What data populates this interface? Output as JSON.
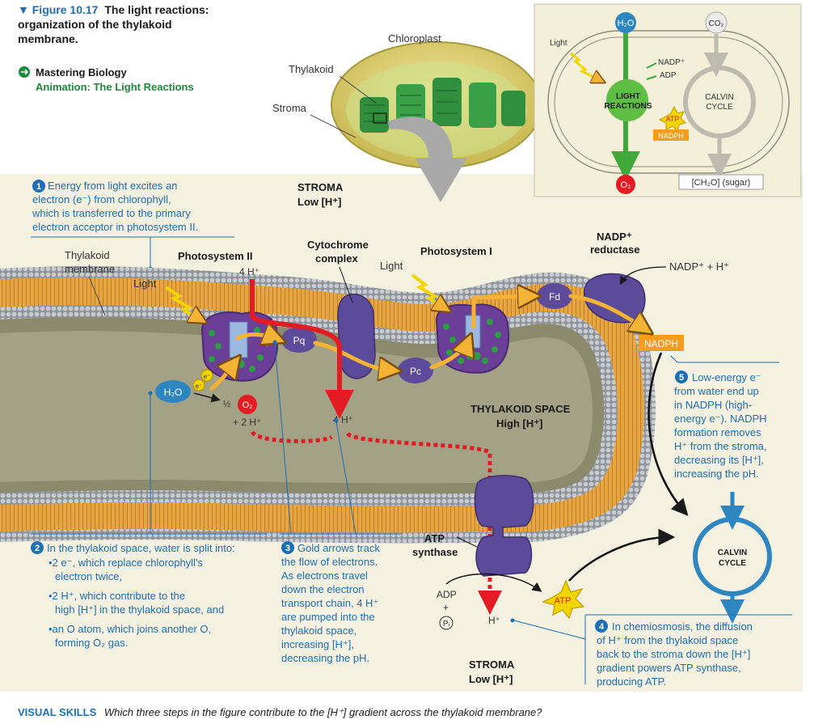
{
  "figure": {
    "label": "▼ Figure 10.17",
    "title_line1": "The light reactions:",
    "title_line2": "organization of the thylakoid",
    "title_line3": "membrane.",
    "mastering_label": "Mastering Biology",
    "animation_label": "Animation: The Light Reactions"
  },
  "chloroplast": {
    "title": "Chloroplast",
    "thylakoid": "Thylakoid",
    "stroma": "Stroma"
  },
  "overview": {
    "light": "Light",
    "h2o": "H₂O",
    "co2": "CO₂",
    "nadp": "NADP⁺",
    "adp": "ADP",
    "light_reactions_1": "LIGHT",
    "light_reactions_2": "REACTIONS",
    "atp": "ATP",
    "nadph": "NADPH",
    "calvin_1": "CALVIN",
    "calvin_2": "CYCLE",
    "o2": "O₂",
    "sugar": "[CH₂O] (sugar)"
  },
  "stroma_top": {
    "line1": "STROMA",
    "line2": "Low [H⁺]"
  },
  "step1": {
    "num": "1",
    "line1": "Energy from light excites an",
    "line2": "electron (e⁻) from chlorophyll,",
    "line3": "which is transferred to the primary",
    "line4": "electron acceptor in photosystem II."
  },
  "labels": {
    "thylakoid_membrane_1": "Thylakoid",
    "thylakoid_membrane_2": "membrane",
    "light_ps2": "Light",
    "ps2": "Photosystem II",
    "four_h_top": "4 H⁺",
    "cytochrome_1": "Cytochrome",
    "cytochrome_2": "complex",
    "ps1": "Photosystem I",
    "light_ps1": "Light",
    "nadp_reductase_1": "NADP⁺",
    "nadp_reductase_2": "reductase",
    "nadp_plus_h": "NADP⁺ + H⁺",
    "fd": "Fd",
    "pq": "Pq",
    "pc": "Pc",
    "nadph": "NADPH",
    "e1": "e⁻",
    "e2": "e⁻",
    "h2o": "H₂O",
    "half": "½",
    "o2": "O₂",
    "two_h": "+ 2 H⁺",
    "four_h_bottom": "4 H⁺",
    "thylakoid_space_1": "THYLAKOID SPACE",
    "thylakoid_space_2": "High [H⁺]",
    "atp_synthase_1": "ATP",
    "atp_synthase_2": "synthase",
    "adp": "ADP",
    "plus": "+",
    "pi": "Pᵢ",
    "h_plus": "H⁺",
    "atp": "ATP",
    "calvin_1": "CALVIN",
    "calvin_2": "CYCLE",
    "stroma_bottom_1": "STROMA",
    "stroma_bottom_2": "Low [H⁺]"
  },
  "step2": {
    "num": "2",
    "line1": "In the thylakoid space, water is split into:",
    "b1a": "•2 e⁻, which replace chlorophyll's",
    "b1b": "electron twice,",
    "b2a": "•2 H⁺, which contribute to the",
    "b2b": "high [H⁺] in the thylakoid space, and",
    "b3a": "•an O atom, which joins another O,",
    "b3b": "forming O₂ gas."
  },
  "step3": {
    "num": "3",
    "line1": "Gold arrows track",
    "line2": "the flow of electrons.",
    "line3": "As electrons travel",
    "line4": "down the electron",
    "line5": "transport chain, 4 H⁺",
    "line6": "are pumped into the",
    "line7": "thylakoid space,",
    "line8": "increasing [H⁺],",
    "line9": "decreasing the pH."
  },
  "step4": {
    "num": "4",
    "line1": "In chemiosmosis, the diffusion",
    "line2": "of H⁺ from the thylakoid space",
    "line3": "back to the stroma down the [H⁺]",
    "line4": "gradient powers ATP synthase,",
    "line5": "producing ATP."
  },
  "step5": {
    "num": "5",
    "line1": "Low-energy e⁻",
    "line2": "from water end up",
    "line3": "in NADPH (high-",
    "line4": "energy e⁻). NADPH",
    "line5": "formation removes",
    "line6": "H⁺ from the stroma,",
    "line7": "decreasing its [H⁺],",
    "line8": "increasing the pH."
  },
  "visual_skills": {
    "label": "VISUAL SKILLS",
    "question": "Which three steps in the figure contribute to the [H⁺] gradient across the thylakoid membrane?"
  },
  "colors": {
    "accent_blue": "#1e6fb3",
    "heading_green": "#1b8a3a",
    "proton_red": "#e31b23",
    "electron_gold": "#f5b335",
    "membrane_orange": "#e9a33a",
    "protein_purple": "#5c4a9a",
    "background_beige": "#f4f1e1"
  }
}
